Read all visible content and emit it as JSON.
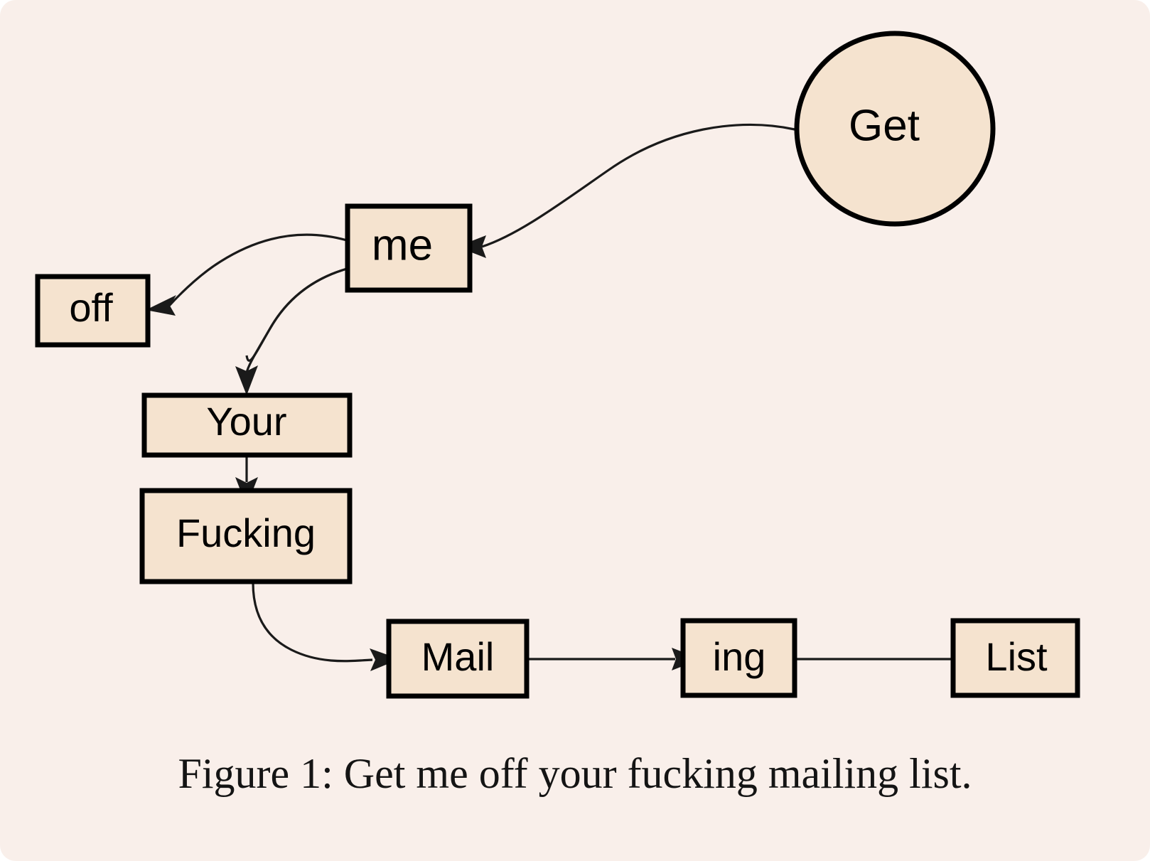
{
  "figure": {
    "caption": "Figure 1: Get me off your fucking mailing list.",
    "background_color": "#f9efea",
    "node_fill_color": "#f5e3cf",
    "node_stroke_color": "#000000",
    "edge_color": "#1a1a1a"
  },
  "nodes": {
    "get": {
      "label": "Get",
      "shape": "ellipse"
    },
    "me": {
      "label": "me",
      "shape": "rect"
    },
    "off": {
      "label": "off",
      "shape": "rect"
    },
    "your": {
      "label": "Your",
      "shape": "rect"
    },
    "fucking": {
      "label": "Fucking",
      "shape": "rect"
    },
    "mail": {
      "label": "Mail",
      "shape": "rect"
    },
    "ing": {
      "label": "ing",
      "shape": "rect"
    },
    "list": {
      "label": "List",
      "shape": "rect"
    }
  },
  "chart_data": {
    "type": "diagram",
    "title": "Figure 1: Get me off your fucking mailing list.",
    "node_order": [
      "Get",
      "me",
      "off",
      "Your",
      "Fucking",
      "Mail",
      "ing",
      "List"
    ],
    "edges": [
      {
        "from": "Get",
        "to": "me",
        "style": "curved"
      },
      {
        "from": "me",
        "to": "off",
        "style": "curved"
      },
      {
        "from": "me",
        "to": "Your",
        "style": "curved"
      },
      {
        "from": "Your",
        "to": "Fucking",
        "style": "straight"
      },
      {
        "from": "Fucking",
        "to": "Mail",
        "style": "curved"
      },
      {
        "from": "Mail",
        "to": "ing",
        "style": "straight"
      },
      {
        "from": "ing",
        "to": "List",
        "style": "straight"
      }
    ]
  }
}
